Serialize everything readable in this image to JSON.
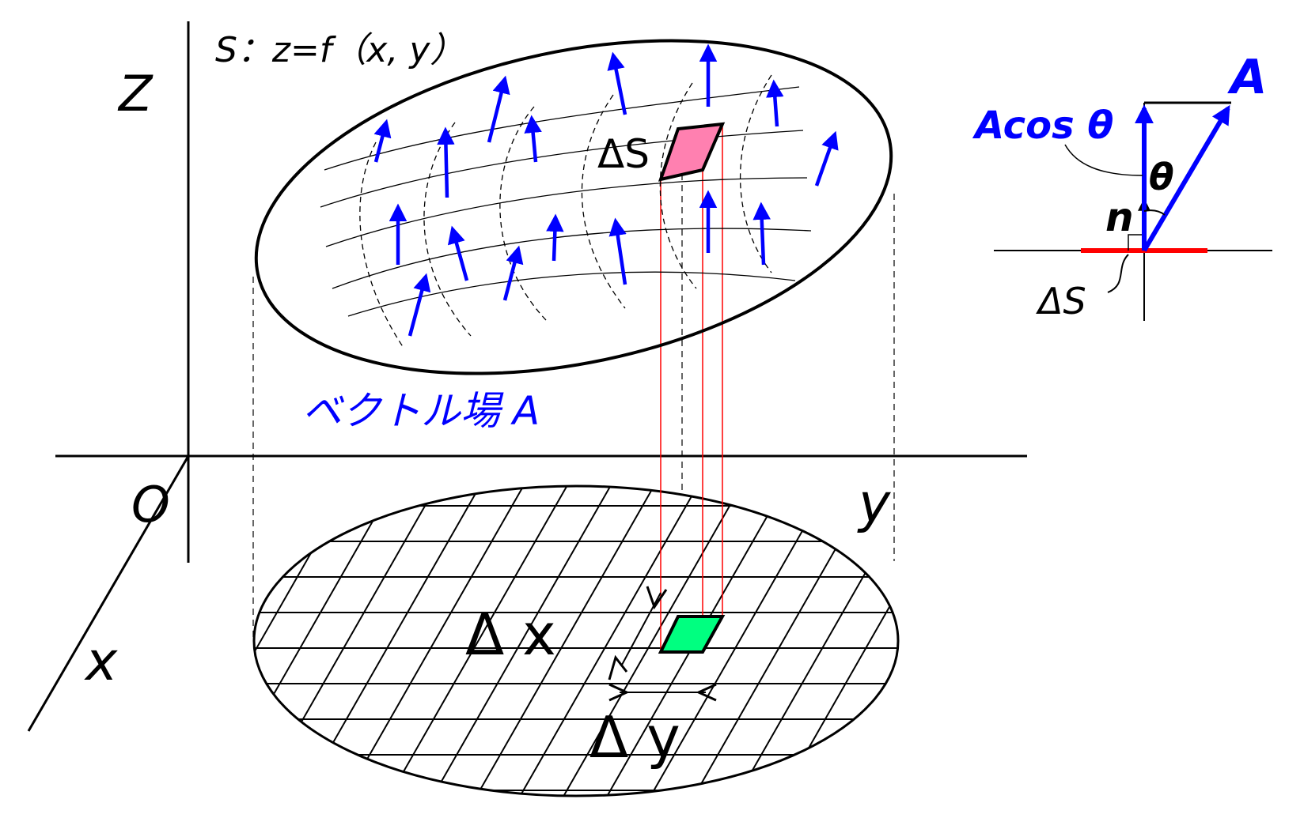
{
  "labels": {
    "surface_equation": "S：z=f（x, y）",
    "axis_z": "Z",
    "axis_y": "y",
    "axis_x": "x",
    "origin": "O",
    "delta_s_surface": "ΔS",
    "vector_field": "ベクトル場 A",
    "delta_x": "Δ x",
    "delta_y": "Δ y",
    "inset_A": "A",
    "inset_acos": "Acos θ",
    "inset_theta": "θ",
    "inset_n": "n",
    "inset_delta_s": "ΔS"
  },
  "colors": {
    "vector": "#0000ff",
    "surface_patch": "#ff80b0",
    "projected_patch": "#00ff80",
    "projection_lines": "#ff0000",
    "inset_surface_element": "#ff0000",
    "lines": "#000000"
  },
  "icons": {
    "vector_arrow": "arrow-icon",
    "right_angle": "right-angle-mark"
  }
}
